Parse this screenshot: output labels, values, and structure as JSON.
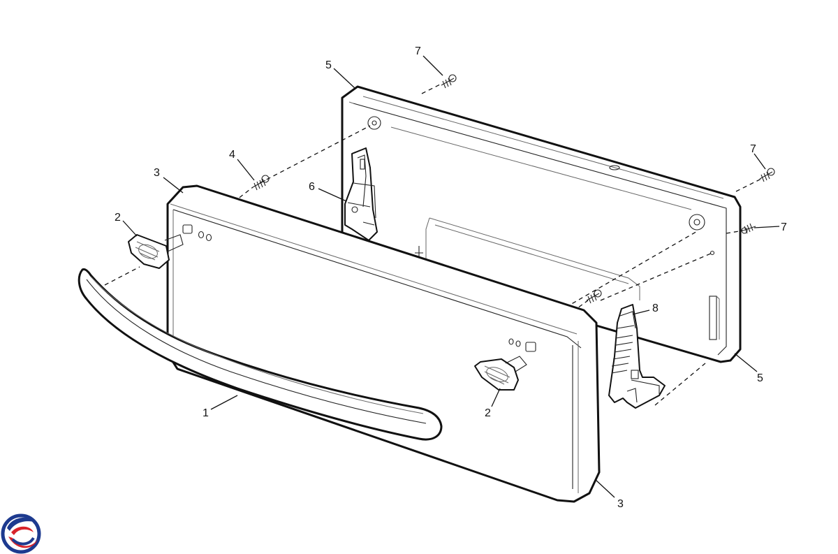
{
  "diagram": {
    "callouts": {
      "handle": "1",
      "end_cap_left": "2",
      "end_cap_right": "2",
      "outer_panel_top": "3",
      "outer_panel_bottom": "3",
      "screw_inner": "4",
      "inner_panel_top": "5",
      "inner_panel_bottom": "5",
      "hinge_left": "6",
      "screw_top": "7",
      "screw_right_upper": "7",
      "screw_right_lower": "7",
      "hinge_right": "8"
    },
    "colors": {
      "line": "#111111",
      "logo_blue": "#1d3a8f",
      "logo_red": "#d8232a"
    }
  }
}
